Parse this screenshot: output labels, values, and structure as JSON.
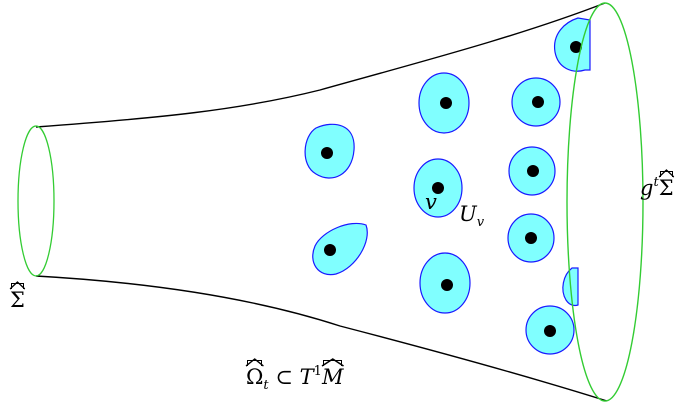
{
  "labels": {
    "sigma_left": "Σ",
    "sigma_right_g": "g",
    "sigma_right_t": "t",
    "sigma_right_sym": "Σ",
    "v": "v",
    "u": "U",
    "u_sub": "v",
    "omega": "Ω",
    "omega_sub": "t",
    "subset": "⊂",
    "t": "T",
    "t_sup": "1",
    "m": "M"
  },
  "colors": {
    "outline": "#000000",
    "rim": "#33cc33",
    "blob_fill": "#80ffff",
    "blob_stroke": "#1a1aff",
    "dot": "#000000"
  }
}
